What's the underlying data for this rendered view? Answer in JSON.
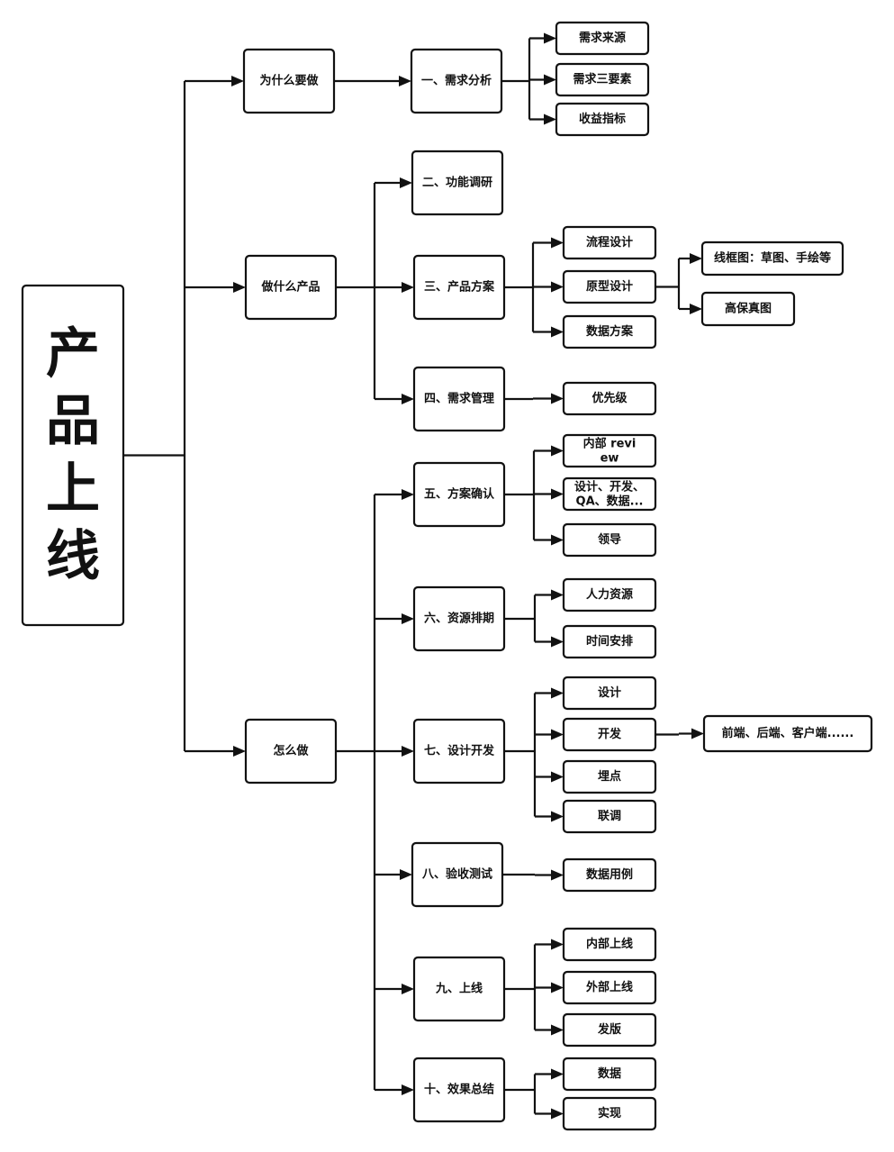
{
  "diagram": {
    "title": "产品上线",
    "colors": {
      "stroke": "#111111",
      "fill": "#ffffff",
      "text": "#111111"
    },
    "root": {
      "id": "root",
      "label": "产品上线",
      "children": [
        {
          "id": "why",
          "label": "为什么要做",
          "children": [
            {
              "id": "s1",
              "label": "一、需求分析",
              "children": [
                {
                  "id": "s1a",
                  "label": "需求来源"
                },
                {
                  "id": "s1b",
                  "label": "需求三要素"
                },
                {
                  "id": "s1c",
                  "label": "收益指标"
                }
              ]
            }
          ]
        },
        {
          "id": "what",
          "label": "做什么产品",
          "children": [
            {
              "id": "s2",
              "label": "二、功能调研",
              "children": []
            },
            {
              "id": "s3",
              "label": "三、产品方案",
              "children": [
                {
                  "id": "s3a",
                  "label": "流程设计"
                },
                {
                  "id": "s3b",
                  "label": "原型设计",
                  "children": [
                    {
                      "id": "s3b1",
                      "label": "线框图：草图、手绘等"
                    },
                    {
                      "id": "s3b2",
                      "label": "高保真图"
                    }
                  ]
                },
                {
                  "id": "s3c",
                  "label": "数据方案"
                }
              ]
            },
            {
              "id": "s4",
              "label": "四、需求管理",
              "children": [
                {
                  "id": "s4a",
                  "label": "优先级"
                }
              ]
            }
          ]
        },
        {
          "id": "how",
          "label": "怎么做",
          "children": [
            {
              "id": "s5",
              "label": "五、方案确认",
              "children": [
                {
                  "id": "s5a",
                  "label": "内部 review"
                },
                {
                  "id": "s5b",
                  "label": "设计、开发、QA、数据..."
                },
                {
                  "id": "s5c",
                  "label": "领导"
                }
              ]
            },
            {
              "id": "s6",
              "label": "六、资源排期",
              "children": [
                {
                  "id": "s6a",
                  "label": "人力资源"
                },
                {
                  "id": "s6b",
                  "label": "时间安排"
                }
              ]
            },
            {
              "id": "s7",
              "label": "七、设计开发",
              "children": [
                {
                  "id": "s7a",
                  "label": "设计"
                },
                {
                  "id": "s7b",
                  "label": "开发",
                  "children": [
                    {
                      "id": "s7b1",
                      "label": "前端、后端、客户端......"
                    }
                  ]
                },
                {
                  "id": "s7c",
                  "label": "埋点"
                },
                {
                  "id": "s7d",
                  "label": "联调"
                }
              ]
            },
            {
              "id": "s8",
              "label": "八、验收测试",
              "children": [
                {
                  "id": "s8a",
                  "label": "数据用例"
                }
              ]
            },
            {
              "id": "s9",
              "label": "九、上线",
              "children": [
                {
                  "id": "s9a",
                  "label": "内部上线"
                },
                {
                  "id": "s9b",
                  "label": "外部上线"
                },
                {
                  "id": "s9c",
                  "label": "发版"
                }
              ]
            },
            {
              "id": "s10",
              "label": "十、效果总结",
              "children": [
                {
                  "id": "s10a",
                  "label": "数据"
                },
                {
                  "id": "s10b",
                  "label": "实现"
                }
              ]
            }
          ]
        }
      ]
    }
  }
}
